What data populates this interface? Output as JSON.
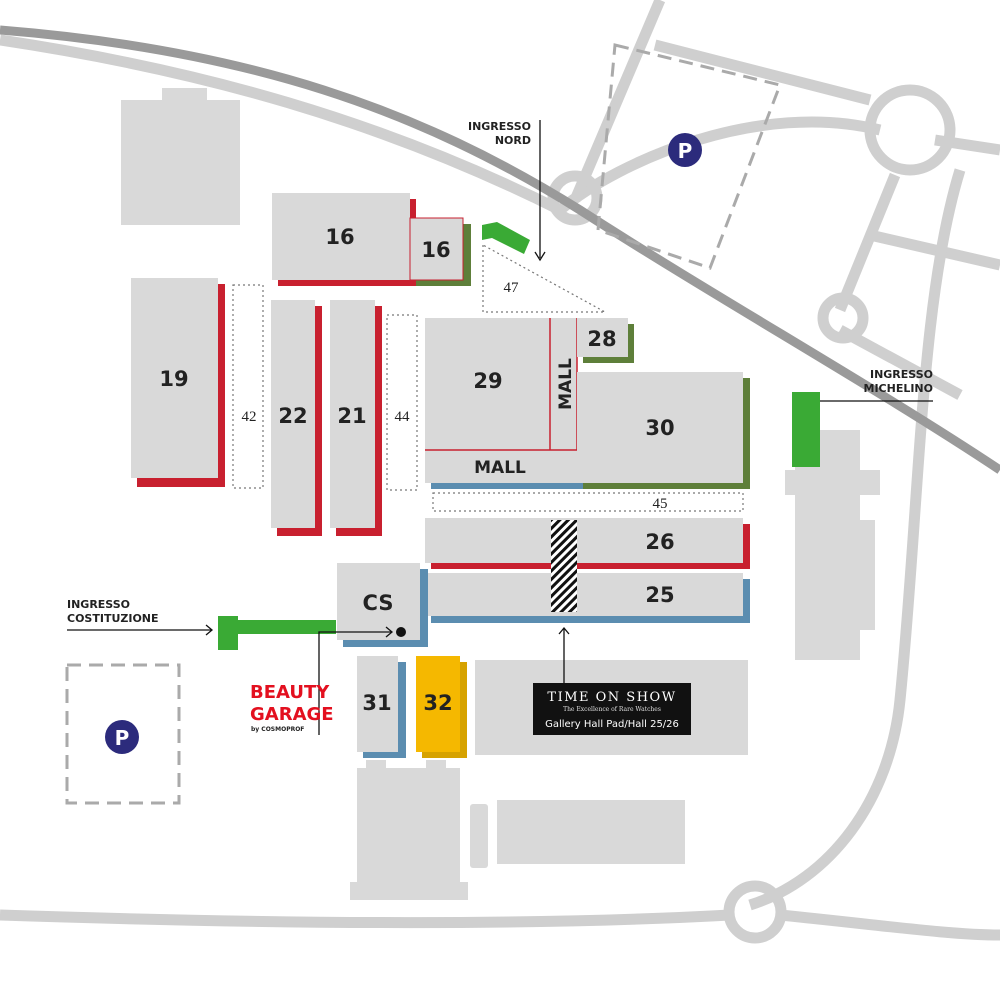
{
  "colors": {
    "building": "#d9d9d9",
    "red": "#c8202f",
    "blue": "#5b8db0",
    "olive": "#5e7f3a",
    "green": "#3aaa35",
    "yellow": "#f5b800",
    "parking": "#2c2b7c",
    "road": "#cfcfcf",
    "rail": "#9a9a9a"
  },
  "halls": {
    "h16a": "16",
    "h16b": "16",
    "h19": "19",
    "h22": "22",
    "h21": "21",
    "h29": "29",
    "h28": "28",
    "h30": "30",
    "h26": "26",
    "h25": "25",
    "cs": "CS",
    "h31": "31",
    "h32": "32",
    "mall_v": "MALL",
    "mall_h": "MALL"
  },
  "pads": {
    "p42": "42",
    "p44": "44",
    "p47": "47",
    "p45": "45"
  },
  "entrances": {
    "nord_1": "INGRESSO",
    "nord_2": "NORD",
    "michelino_1": "INGRESSO",
    "michelino_2": "MICHELINO",
    "costituzione_1": "INGRESSO",
    "costituzione_2": "COSTITUZIONE"
  },
  "parking": {
    "p1": "P",
    "p2": "P"
  },
  "beauty_garage": {
    "line1": "BEAUTY",
    "line2": "GARAGE",
    "by": "by COSMOPROF"
  },
  "time_on_show": {
    "title": "TIME ON SHOW",
    "subtitle": "The Excellence of Rare Watches",
    "location": "Gallery Hall Pad/Hall 25/26"
  }
}
